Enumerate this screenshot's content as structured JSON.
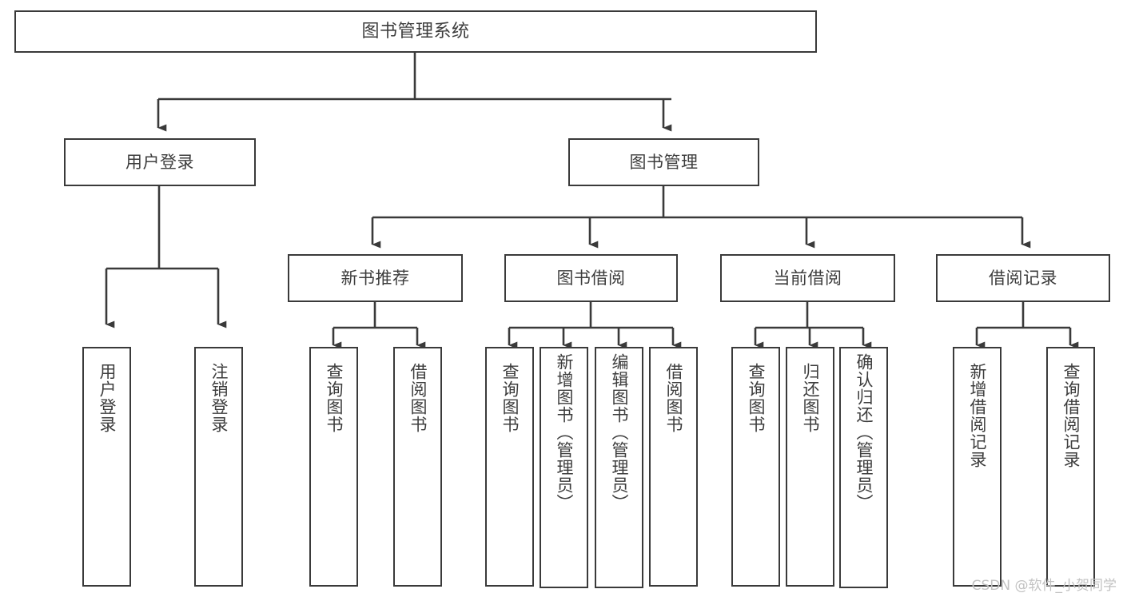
{
  "diagram": {
    "type": "tree-hierarchy",
    "title": "图书管理系统",
    "orientation": "top-down",
    "colors": {
      "box_border": "#3a3a3a",
      "box_fill": "#ffffff",
      "text": "#3d3d3d",
      "edge": "#3a3a3a",
      "watermark": "#c2c2c2",
      "background": "#ffffff"
    }
  },
  "nodes": {
    "root": {
      "label": "图书管理系统"
    },
    "level2": [
      {
        "id": "user-login",
        "label": "用户登录"
      },
      {
        "id": "book-manage",
        "label": "图书管理"
      }
    ],
    "level3": [
      {
        "id": "new-book-recommend",
        "label": "新书推荐"
      },
      {
        "id": "book-borrow",
        "label": "图书借阅"
      },
      {
        "id": "current-borrow",
        "label": "当前借阅"
      },
      {
        "id": "borrow-record",
        "label": "借阅记录"
      }
    ],
    "leaves": [
      {
        "id": "leaf-user-login",
        "label": "用户登录",
        "parent": "user-login"
      },
      {
        "id": "leaf-logout",
        "label": "注销登录",
        "parent": "user-login"
      },
      {
        "id": "leaf-query-book-1",
        "label": "查询图书",
        "parent": "new-book-recommend"
      },
      {
        "id": "leaf-borrow-book-1",
        "label": "借阅图书",
        "parent": "new-book-recommend"
      },
      {
        "id": "leaf-query-book-2",
        "label": "查询图书",
        "parent": "book-borrow"
      },
      {
        "id": "leaf-add-book",
        "label": "新增图书（管理员）",
        "parent": "book-borrow"
      },
      {
        "id": "leaf-edit-book",
        "label": "编辑图书（管理员）",
        "parent": "book-borrow"
      },
      {
        "id": "leaf-borrow-book-2",
        "label": "借阅图书",
        "parent": "book-borrow"
      },
      {
        "id": "leaf-query-book-3",
        "label": "查询图书",
        "parent": "current-borrow"
      },
      {
        "id": "leaf-return-book",
        "label": "归还图书",
        "parent": "current-borrow"
      },
      {
        "id": "leaf-confirm-return",
        "label": "确认归还（管理员）",
        "parent": "current-borrow"
      },
      {
        "id": "leaf-add-record",
        "label": "新增借阅记录",
        "parent": "borrow-record"
      },
      {
        "id": "leaf-query-record",
        "label": "查询借阅记录",
        "parent": "borrow-record"
      }
    ]
  },
  "watermark": {
    "text": "CSDN @软件_小贺同学"
  }
}
